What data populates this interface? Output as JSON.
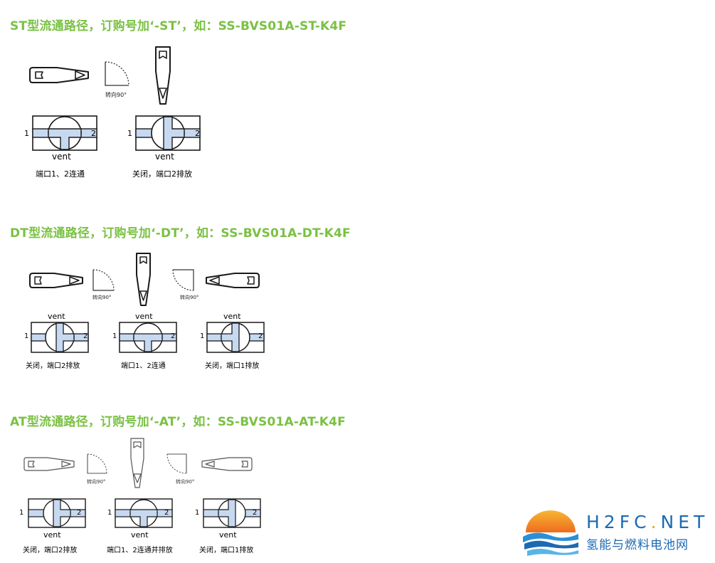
{
  "sections": [
    {
      "title": "ST型流通路径，订购号加‘-ST’，如：SS-BVS01A-ST-K4F",
      "turn_label": "转向90°",
      "valves": [
        {
          "vent": "vent",
          "left_port": "1",
          "right_port": "2",
          "caption": "端口1、2连通"
        },
        {
          "vent": "vent",
          "left_port": "1",
          "right_port": "2",
          "caption": "关闭，端口2排放"
        }
      ]
    },
    {
      "title": "DT型流通路径，订购号加‘-DT’，如：SS-BVS01A-DT-K4F",
      "turn_labels": [
        "转向90°",
        "转向90°"
      ],
      "valves": [
        {
          "vent": "vent",
          "left_port": "1",
          "right_port": "2",
          "caption": "关闭，端口2排放"
        },
        {
          "vent": "vent",
          "left_port": "1",
          "right_port": "2",
          "caption": "端口1、2连通"
        },
        {
          "vent": "vent",
          "left_port": "1",
          "right_port": "2",
          "caption": "关闭，端口1排放"
        }
      ]
    },
    {
      "title": "AT型流通路径，订购号加‘-AT’，如：SS-BVS01A-AT-K4F",
      "turn_labels": [
        "转向90°",
        "转向90°"
      ],
      "valves": [
        {
          "vent": "vent",
          "left_port": "1",
          "right_port": "2",
          "caption": "关闭，端口2排放"
        },
        {
          "vent": "vent",
          "left_port": "1",
          "right_port": "2",
          "caption": "端口1、2连通并排放"
        },
        {
          "vent": "vent",
          "left_port": "1",
          "right_port": "2",
          "caption": "关闭，端口1排放"
        }
      ]
    }
  ],
  "logo": {
    "top_text_a": "H2FC",
    "top_text_dot": ".",
    "top_text_b": "NET",
    "bottom_text": "氢能与燃料电池网"
  },
  "colors": {
    "title_green": "#7ac143",
    "channel_blue": "#c7d9f0",
    "logo_blue": "#1c6ab3",
    "logo_orange": "#f29c1f"
  }
}
